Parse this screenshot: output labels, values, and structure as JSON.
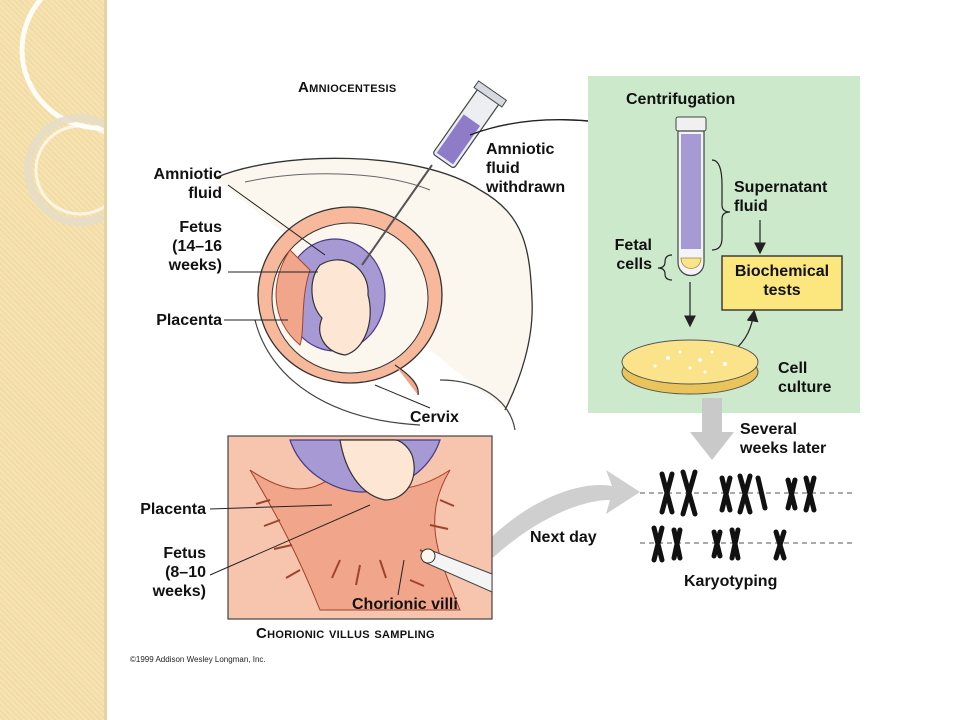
{
  "titles": {
    "amniocentesis": "Amniocentesis",
    "cvs": "Chorionic villus sampling"
  },
  "labels": {
    "amniotic_fluid": "Amniotic\nfluid",
    "fetus_amnio": "Fetus\n(14–16\nweeks)",
    "placenta_amnio": "Placenta",
    "cervix": "Cervix",
    "fluid_withdrawn": "Amniotic\nfluid\nwithdrawn",
    "centrifugation": "Centrifugation",
    "supernatant": "Supernatant\nfluid",
    "fetal_cells": "Fetal\ncells",
    "biochemical": "Biochemical\ntests",
    "cell_culture": "Cell\nculture",
    "several_weeks": "Several\nweeks later",
    "next_day": "Next day",
    "karyotyping": "Karyotyping",
    "placenta_cvs": "Placenta",
    "fetus_cvs": "Fetus\n(8–10\nweeks)",
    "chorionic_villi": "Chorionic villi"
  },
  "copyright": "©1999 Addison Wesley Longman, Inc.",
  "colors": {
    "lab_panel": "#cde9cc",
    "test_box": "#fbe77e",
    "amniotic": "#a79ad4",
    "placenta": "#f1a58a",
    "cvs_panel": "#f7c4ad",
    "dish": "#fbe38c",
    "sidebar": "#f6e3b2"
  }
}
